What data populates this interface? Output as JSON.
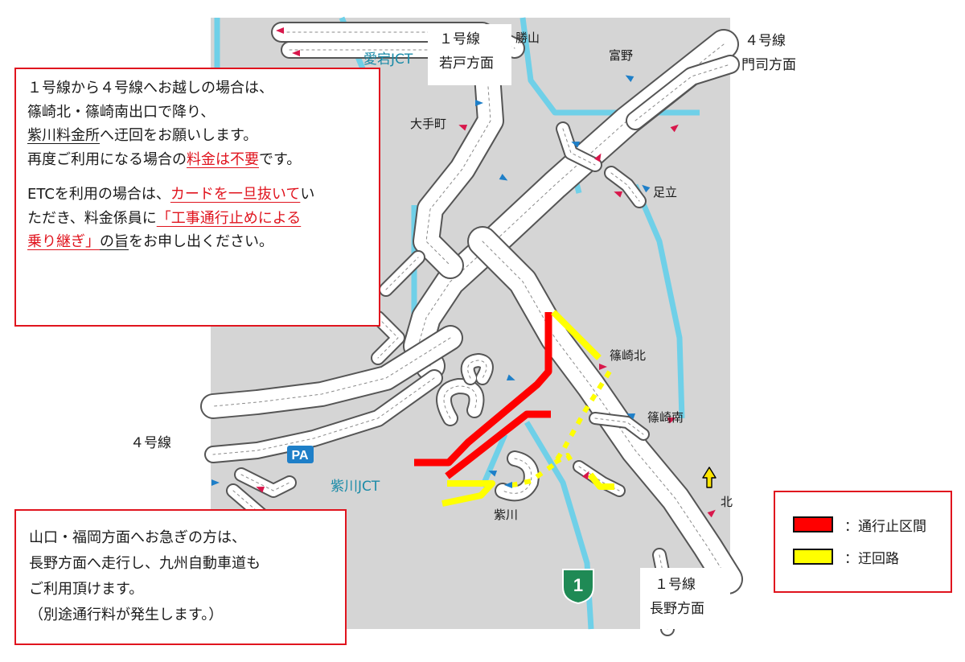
{
  "place_labels": {
    "atago_jct": "愛宕JCT",
    "shiwo_top": "勝山",
    "tomino": "富野",
    "otemachi": "大手町",
    "adachi": "足立",
    "shinozaki_kita": "篠崎北",
    "shinozaki_minami": "篠崎南",
    "pa": "PA",
    "shiwogawa_jct": "紫川JCT",
    "shiwogawa": "紫川",
    "kita": "北"
  },
  "direction_labels": {
    "route1_wakato": [
      "１号線",
      "若戸方面"
    ],
    "route4_moji": [
      "４号線",
      "門司方面"
    ],
    "route4_west": "４号線",
    "route1_nagano": [
      "１号線",
      "長野方面"
    ]
  },
  "route_shield": {
    "number": "1",
    "color": "#1f8a55"
  },
  "notice_main": {
    "lines": [
      [
        {
          "t": "１号線から４号線へお越しの場合は、"
        }
      ],
      [
        {
          "t": "篠崎北・篠崎南出口で降り、"
        }
      ],
      [
        {
          "t": "紫川料金所",
          "u": true
        },
        {
          "t": "へ迂回をお願いします。"
        }
      ],
      [
        {
          "t": "再度ご利用になる場合の"
        },
        {
          "t": "料金は不要",
          "u": true,
          "red": true
        },
        {
          "t": "です。"
        }
      ],
      [
        {
          "t": ""
        }
      ],
      [
        {
          "t": "ETCを利用の場合は、"
        },
        {
          "t": "カードを一旦抜いて",
          "u": true,
          "red": true
        },
        {
          "t": "い"
        }
      ],
      [
        {
          "t": "ただき、料金係員に"
        },
        {
          "t": "「工事通行止めによる",
          "u": true,
          "red": true
        }
      ],
      [
        {
          "t": "乗り継ぎ」",
          "u": true,
          "red": true
        },
        {
          "t": "の旨",
          "u": true
        },
        {
          "t": "をお申し出ください。"
        }
      ]
    ]
  },
  "notice_bottom": {
    "lines": [
      "山口・福岡方面へお急ぎの方は、",
      "長野方面へ走行し、九州自動車道も",
      "ご利用頂けます。",
      "（別途通行料が発生します。）"
    ]
  },
  "legend": {
    "items": [
      {
        "color": "#ff0000",
        "label": "：通行止区間"
      },
      {
        "color": "#ffff00",
        "label": "：迂回路"
      }
    ]
  },
  "colors": {
    "map_bg": "#d5d5d5",
    "road": "#ffffff",
    "road_edge": "#555555",
    "river": "#6fd0e8",
    "closed": "#ff0000",
    "detour": "#ffff00",
    "panel_border": "#e0141e",
    "jct_text": "#1a8ba8",
    "pa_badge": "#1e7fc8"
  }
}
